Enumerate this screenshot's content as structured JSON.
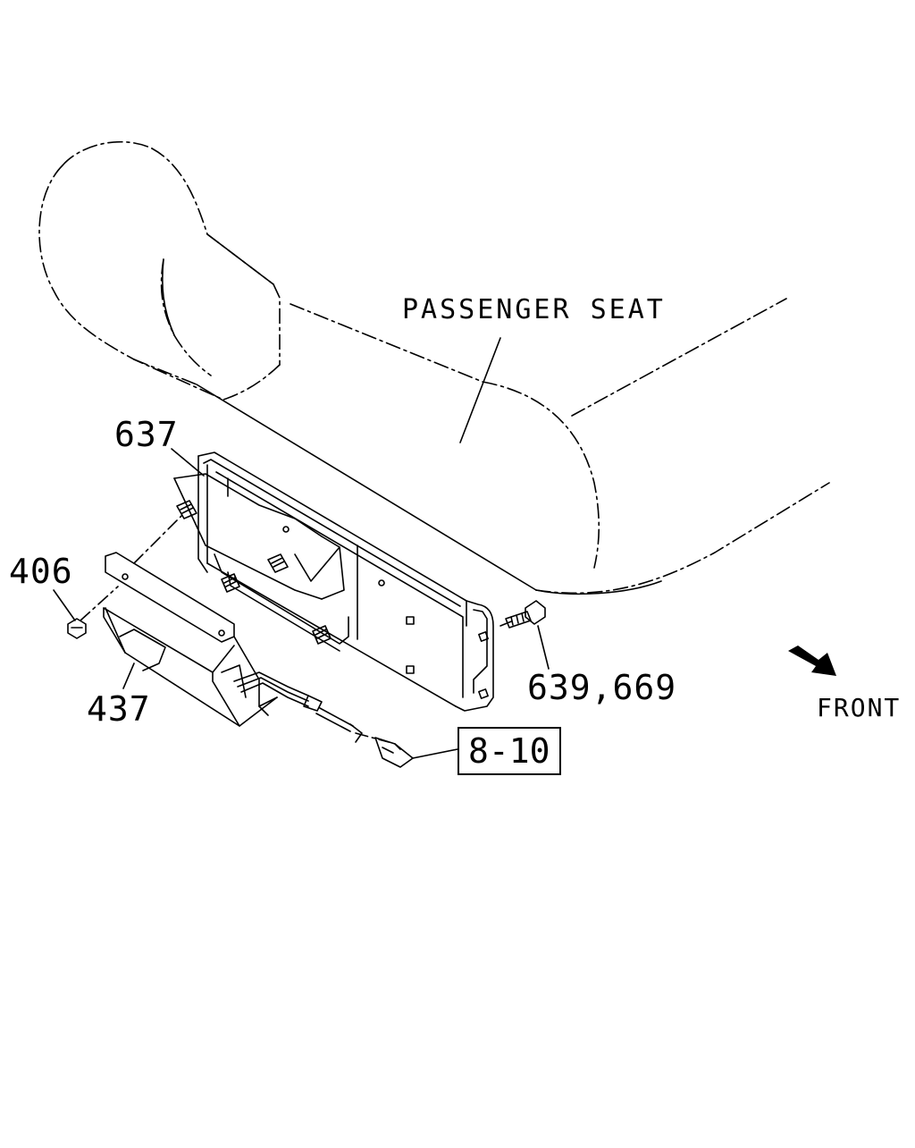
{
  "labels": {
    "seat": "PASSENGER SEAT",
    "part_637": "637",
    "part_406": "406",
    "part_437": "437",
    "part_639_669": "639,669",
    "ref_box": "8-10",
    "front": "FRONT"
  }
}
